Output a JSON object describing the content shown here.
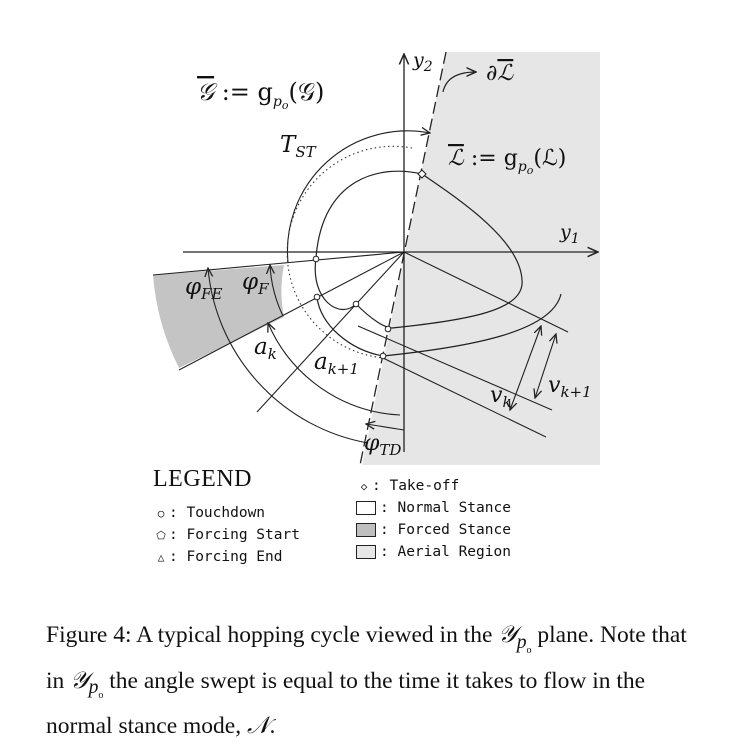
{
  "diagram": {
    "labels": {
      "g_bar_def": "G̅ := g_{p_o}(G)",
      "boundary": "∂L̅",
      "l_bar_def": "L̅ := g_{p_o}(L)",
      "y1": "y1",
      "y2": "y2",
      "t_st": "T_ST",
      "phi_fe": "φ_FE",
      "phi_f": "φ_F",
      "a_k": "a_k",
      "a_k1": "a_k+1",
      "v_k": "v_k",
      "v_k1": "v_k+1",
      "phi_td": "φ_TD"
    }
  },
  "legend": {
    "title": "LEGEND",
    "left_items": [
      {
        "symbol": "○",
        "label": ": Touchdown"
      },
      {
        "symbol": "⬠",
        "label": ": Forcing Start"
      },
      {
        "symbol": "△",
        "label": ": Forcing End"
      }
    ],
    "right_items": [
      {
        "symbol": "◇",
        "label": ": Take-off",
        "kind": "glyph"
      },
      {
        "fill": "#ffffff",
        "label": ": Normal Stance",
        "kind": "box"
      },
      {
        "fill": "#bfbfbf",
        "label": ": Forced Stance",
        "kind": "box"
      },
      {
        "fill": "#e6e6e6",
        "label": ": Aerial Region",
        "kind": "box"
      }
    ]
  },
  "caption": "Figure 4: A typical hopping cycle viewed in the 𝒴_{p_o} plane. Note that in 𝒴_{p_o} the angle swept is equal to the time it takes to flow in the normal stance mode, 𝒩.",
  "caption_parts": {
    "a": "Figure 4: A typical hopping cycle viewed in the ",
    "y": "𝒴",
    "po": "p",
    "o": "o",
    "b": " plane. Note that in ",
    "c": " the angle swept is equal to the time it takes to flow in the normal stance mode, ",
    "n": "𝒩",
    "d": "."
  },
  "colors": {
    "aerial": "#e6e6e6",
    "forced": "#c4c4c4",
    "line": "#222222"
  }
}
